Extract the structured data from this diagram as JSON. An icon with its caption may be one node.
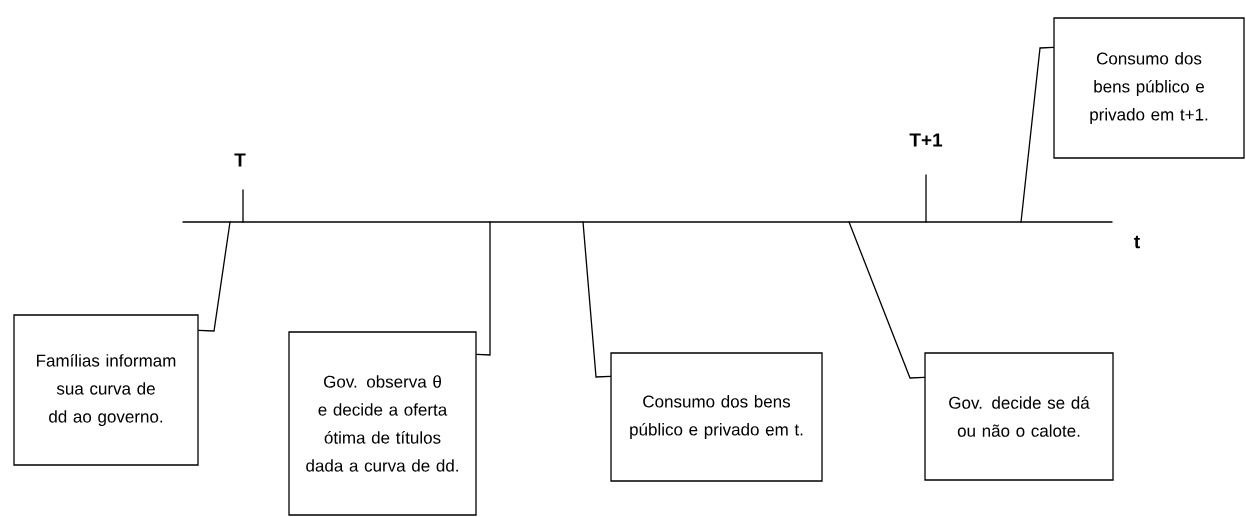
{
  "diagram": {
    "nodes": [
      {
        "text": [
          "Famílias informam sua curva de dd ao governo."
        ]
      },
      {
        "text": [
          "Gov. observa θ e decide a oferta ótima de títulos dada a curva de dd."
        ]
      },
      {
        "text": [
          "Consumo dos bens público e privado em t."
        ]
      },
      {
        "text": [
          "Gov. decide se dá ou não o calote."
        ]
      },
      {
        "text": [
          "Consumo dos bens público e privado em t+1."
        ]
      }
    ],
    "edges": [
      {
        "from": 0,
        "to": null,
        "arrow": "none"
      },
      {
        "from": 1,
        "to": null,
        "arrow": "none"
      },
      {
        "from": 2,
        "to": null,
        "arrow": "none"
      },
      {
        "from": 3,
        "to": null,
        "arrow": "none"
      },
      {
        "from": 4,
        "to": null,
        "arrow": "none"
      }
    ],
    "labels": [
      "T",
      "T+1",
      "t"
    ]
  }
}
